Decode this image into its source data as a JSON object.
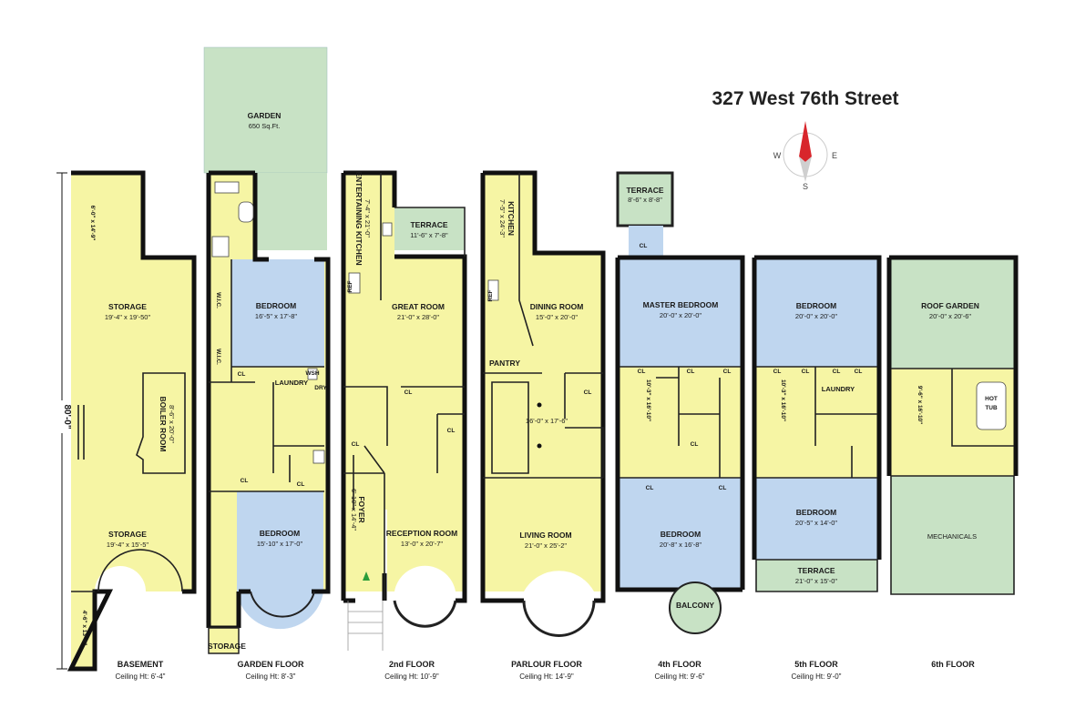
{
  "title": "327 West 76th Street",
  "compass": {
    "w": "W",
    "e": "E",
    "s": "S"
  },
  "overall_dim": "80'-0\"",
  "floors": {
    "basement": {
      "name": "BASEMENT",
      "ceiling": "Ceiling Ht: 6'-4\"",
      "storage_top": "STORAGE",
      "storage_top_dim": "19'-4\" x 19'-50\"",
      "side_dim": "6'-0\" x 14'-9\"",
      "boiler": "BOILER ROOM",
      "boiler_dim": "8'-6\" x 20'-0\"",
      "storage_bot": "STORAGE",
      "storage_bot_dim": "19'-4\" x 15'-5\"",
      "vault_dim": "4'-6\" x 13'-6\""
    },
    "garden": {
      "name": "GARDEN FLOOR",
      "ceiling": "Ceiling Ht: 8'-3\"",
      "garden": "GARDEN",
      "garden_dim": "650 Sq.Ft.",
      "bedroom1": "BEDROOM",
      "bedroom1_dim": "16'-5\" x 17'-8\"",
      "wic1": "W.I.C.",
      "wic2": "W.I.C.",
      "cl1": "CL",
      "cl2": "CL",
      "cl3": "CL",
      "laundry": "LAUNDRY",
      "wsh": "WSH",
      "dry": "DRY",
      "bedroom2": "BEDROOM",
      "bedroom2_dim": "15'-10\" x 17'-0\"",
      "storage": "STORAGE"
    },
    "second": {
      "name": "2nd FLOOR",
      "ceiling": "Ceiling Ht: 10'-9\"",
      "ent_kitchen": "ENTERTAINING KITCHEN",
      "ent_kitchen_dim": "7'-4\" x 21'-0\"",
      "ref": "REF",
      "terrace": "TERRACE",
      "terrace_dim": "11'-6\" x 7'-8\"",
      "great": "GREAT ROOM",
      "great_dim": "21'-0\" x 28'-0\"",
      "cl1": "CL",
      "cl2": "CL",
      "cl3": "CL",
      "foyer": "FOYER",
      "foyer_dim": "6'-10\" x 14'-4\"",
      "reception": "RECEPTION ROOM",
      "reception_dim": "13'-0\" x 20'-7\""
    },
    "parlour": {
      "name": "PARLOUR FLOOR",
      "ceiling": "Ceiling Ht: 14'-9\"",
      "kitchen": "KITCHEN",
      "kitchen_dim": "7'-5\" x 24'-3\"",
      "ref": "REF",
      "dining": "DINING ROOM",
      "dining_dim": "15'-0\" x 20'-0\"",
      "pantry": "PANTRY",
      "cl": "CL",
      "hall_dim": "16'-0\" x 17'-6\"",
      "living": "LIVING ROOM",
      "living_dim": "21'-0\" x 25'-2\""
    },
    "fourth": {
      "name": "4th FLOOR",
      "ceiling": "Ceiling Ht: 9'-6\"",
      "terrace": "TERRACE",
      "terrace_dim": "8'-6\" x 8'-8\"",
      "cl_top": "CL",
      "master": "MASTER BEDROOM",
      "master_dim": "20'-0\" x 20'-0\"",
      "cl1": "CL",
      "cl2": "CL",
      "cl3": "CL",
      "cl4": "CL",
      "cl5": "CL",
      "cl6": "CL",
      "stair_dim": "10'-3\" x 16'-10\"",
      "bedroom": "BEDROOM",
      "bedroom_dim": "20'-8\" x 16'-8\"",
      "balcony": "BALCONY"
    },
    "fifth": {
      "name": "5th FLOOR",
      "ceiling": "Ceiling Ht: 9'-0\"",
      "bedroom1": "BEDROOM",
      "bedroom1_dim": "20'-0\" x 20'-0\"",
      "cl1": "CL",
      "cl2": "CL",
      "cl3": "CL",
      "cl4": "CL",
      "laundry": "LAUNDRY",
      "stair_dim": "10'-3\" x 16'-10\"",
      "bedroom2": "BEDROOM",
      "bedroom2_dim": "20'-5\" x 14'-0\"",
      "terrace": "TERRACE",
      "terrace_dim": "21'-0\" x 15'-0\""
    },
    "sixth": {
      "name": "6th FLOOR",
      "roof_garden": "ROOF GARDEN",
      "roof_garden_dim": "20'-0\" x 20'-6\"",
      "stair_dim": "9'-6\" x 16'-10\"",
      "hot": "HOT",
      "tub": "TUB",
      "mechanicals": "MECHANICALS"
    }
  }
}
